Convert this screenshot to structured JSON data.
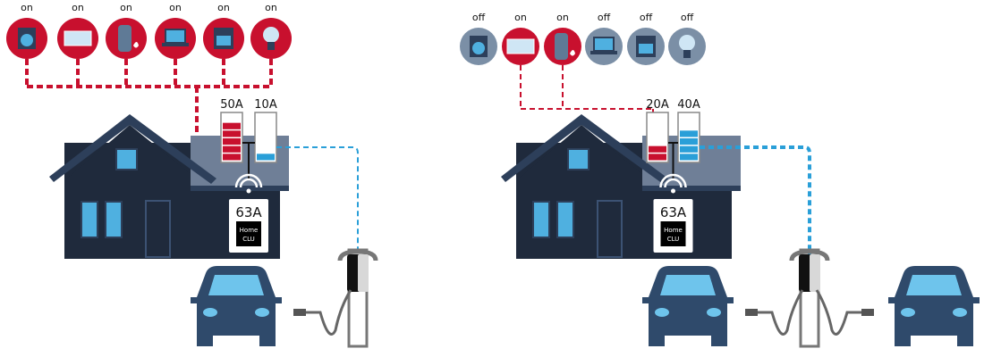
{
  "colors": {
    "active": "#c8102e",
    "inactive": "#7b8fa6",
    "house": "#1f2a3c",
    "roof": "#6f7f97",
    "roof_dark": "#2d3f5a",
    "window": "#4fb0e0",
    "load_line": "#c8102e",
    "ev_line": "#2a9fd8",
    "ev_bar": "#2a9fd8",
    "car": "#2f4a6b",
    "car_glass": "#6ec4ec"
  },
  "scenes": [
    {
      "appliances": [
        {
          "icon": "washing-machine-icon",
          "state": "on"
        },
        {
          "icon": "heater-icon",
          "state": "on"
        },
        {
          "icon": "boiler-icon",
          "state": "on"
        },
        {
          "icon": "laptop-icon",
          "state": "on"
        },
        {
          "icon": "oven-icon",
          "state": "on"
        },
        {
          "icon": "light-bulb-icon",
          "state": "on"
        }
      ],
      "home_load": {
        "label": "50A",
        "fill_fraction": 0.83
      },
      "ev_load": {
        "label": "10A",
        "fill_fraction": 0.17
      },
      "main_fuse": "63A",
      "device_label_1": "Home",
      "device_label_2": "CLU",
      "cars_charging": 1
    },
    {
      "appliances": [
        {
          "icon": "washing-machine-icon",
          "state": "off"
        },
        {
          "icon": "heater-icon",
          "state": "on"
        },
        {
          "icon": "boiler-icon",
          "state": "on"
        },
        {
          "icon": "laptop-icon",
          "state": "off"
        },
        {
          "icon": "oven-icon",
          "state": "off"
        },
        {
          "icon": "light-bulb-icon",
          "state": "off"
        }
      ],
      "home_load": {
        "label": "20A",
        "fill_fraction": 0.33
      },
      "ev_load": {
        "label": "40A",
        "fill_fraction": 0.67
      },
      "main_fuse": "63A",
      "device_label_1": "Home",
      "device_label_2": "CLU",
      "cars_charging": 2
    }
  ]
}
